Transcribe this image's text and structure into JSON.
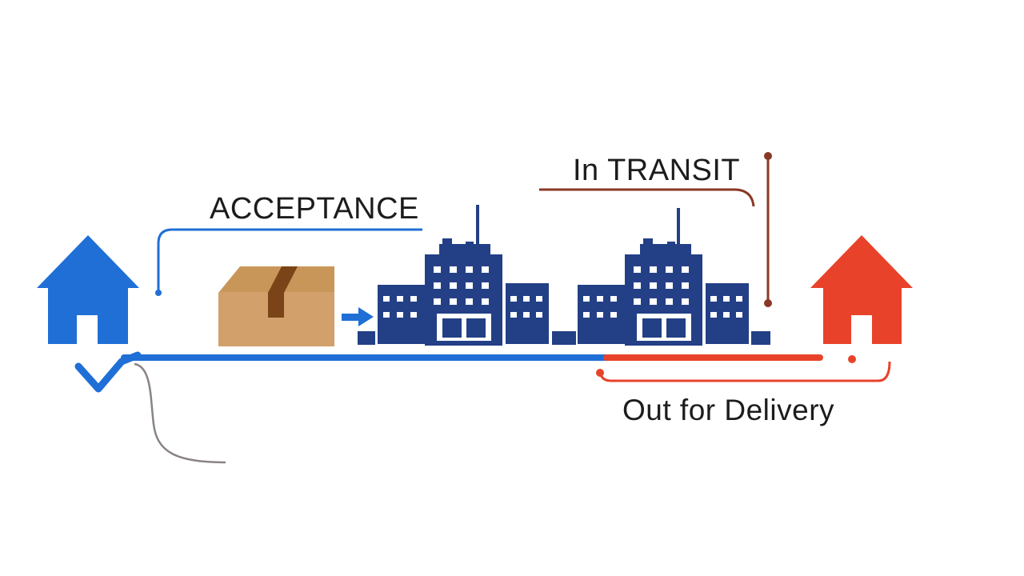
{
  "labels": {
    "acceptance": "ACCEPTANCE",
    "in_transit": "In TRANSIT",
    "out_for_delivery": "Out for Delivery"
  },
  "icons": {
    "origin": "house-icon",
    "package": "package-box-icon",
    "arrow": "arrow-right-icon",
    "facility_1": "warehouse-building-icon",
    "facility_2": "warehouse-building-icon",
    "destination": "house-icon",
    "checkmark": "checkmark-icon"
  },
  "colors": {
    "blue": "#1f6fd6",
    "navy": "#233f86",
    "red": "#e8432a",
    "brown": "#8a3826",
    "box": "#d2a06a",
    "box_tape": "#7a4418"
  }
}
